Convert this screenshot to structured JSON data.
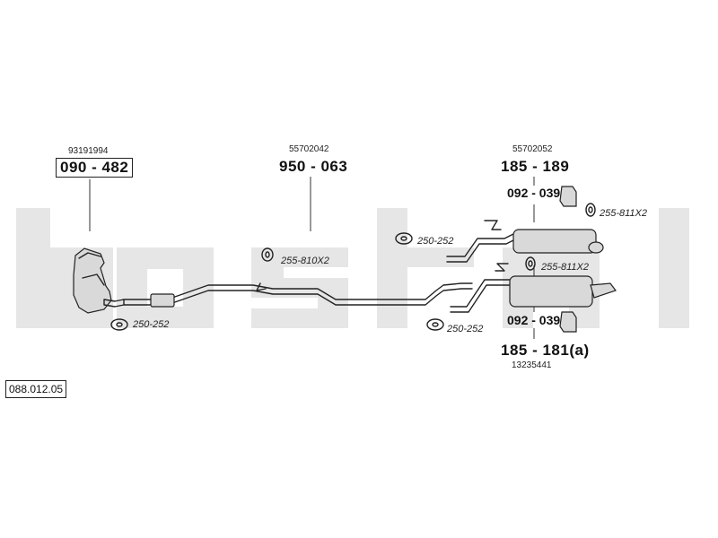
{
  "brand_watermark": "bosal",
  "reference_code": "088.012.05",
  "parts": [
    {
      "id": "catalyst",
      "oe": "93191994",
      "code": "090 - 482"
    },
    {
      "id": "middle-pipe",
      "oe": "55702042",
      "code": "950 - 063"
    },
    {
      "id": "rear-silencer-upper",
      "oe": "55702052",
      "code": "185 - 189"
    },
    {
      "id": "rear-silencer-lower",
      "oe": "13235441",
      "code": "185 - 181(a)"
    }
  ],
  "accessories": {
    "mount_upper": "092 - 039",
    "mount_lower": "092 - 039",
    "gasket_cat": "250-252",
    "gasket_middle": "250-252",
    "gasket_rear": "250-252",
    "rubber_middle": "255-810X2",
    "rubber_rear_upper": "255-811X2",
    "rubber_rear_lower": "255-811X2"
  }
}
